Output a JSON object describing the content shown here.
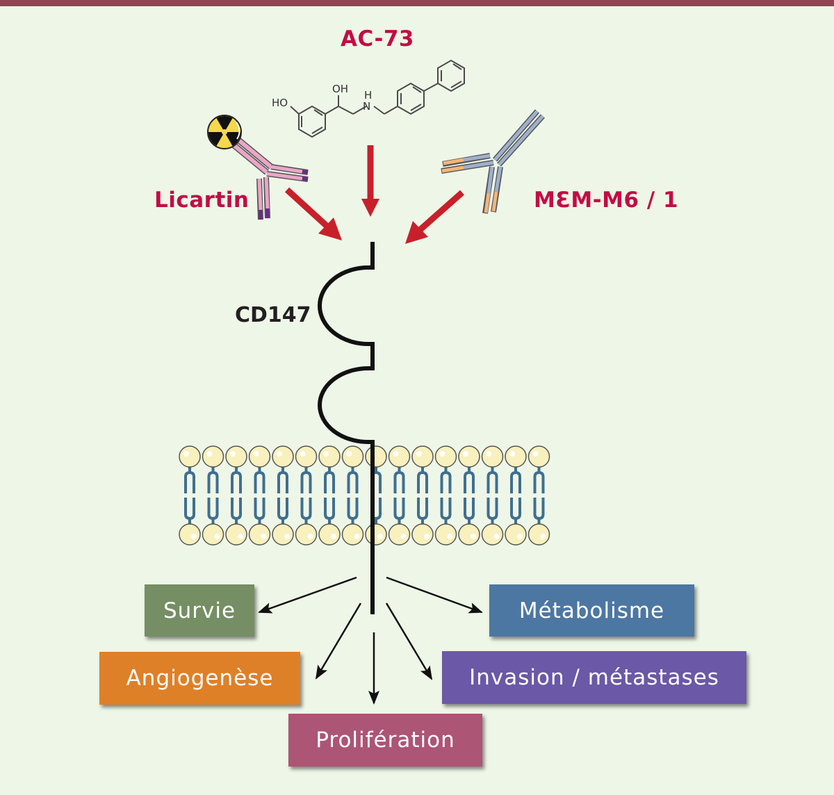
{
  "figure": {
    "drugs": [
      {
        "id": "ac73",
        "label": "AC-73",
        "type": "small-molecule"
      },
      {
        "id": "licartin",
        "label": "Licartin",
        "type": "radiolabeled-antibody"
      },
      {
        "id": "mem",
        "label": "MƐM-M6 / 1",
        "type": "antibody"
      }
    ],
    "molecule_atoms": {
      "ho": "HO",
      "oh": "OH",
      "h": "H",
      "n": "N"
    },
    "target": {
      "label": "CD147"
    },
    "outcomes": [
      {
        "id": "survie",
        "label": "Survie",
        "color": "#758e63"
      },
      {
        "id": "angiogenese",
        "label": "Angiogenèse",
        "color": "#de8028"
      },
      {
        "id": "proliferation",
        "label": "Prolifération",
        "color": "#ac5574"
      },
      {
        "id": "invasion",
        "label": "Invasion / métastases",
        "color": "#6b58a6"
      },
      {
        "id": "metabolisme",
        "label": "Métabolisme",
        "color": "#4d77a3"
      }
    ],
    "colors": {
      "background": "#eef6e8",
      "top_bar": "#8e4653",
      "drug_label": "#c20d44",
      "inhibition_arrow": "#c8202a",
      "lipid_head": "#f8f0bd",
      "lipid_tail": "#3f6f8e",
      "licartin_chain": "#eaa6c8",
      "licartin_tip": "#6a2a86",
      "mem_chain": "#9fb0cb",
      "mem_tip": "#f2b57a"
    }
  }
}
